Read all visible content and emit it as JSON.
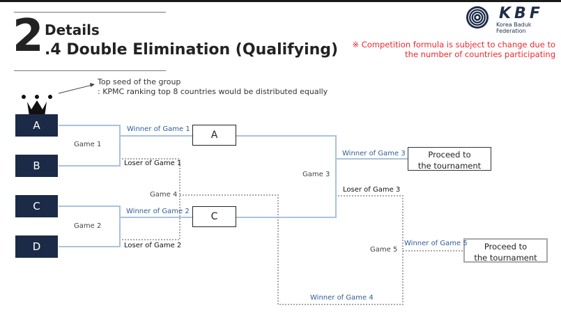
{
  "header": {
    "section_number": "2",
    "title_line1": "Details",
    "title_line2": ".4 Double Elimination (Qualifying)",
    "logo_text": "KBF",
    "logo_subtitle": "Korea Baduk Federation",
    "note_line1": "※ Competition formula is subject to change due to",
    "note_line2": "the number of countries participating"
  },
  "seed": {
    "title": "Top seed of the group",
    "description": ": KPMC ranking top 8 countries would be distributed equally"
  },
  "teams": [
    "A",
    "B",
    "C",
    "D"
  ],
  "winner_boxes": [
    "A",
    "C"
  ],
  "games": {
    "game1": "Game 1",
    "game2": "Game 2",
    "game3": "Game 3",
    "game4": "Game 4",
    "game5": "Game 5"
  },
  "labels": {
    "winner_game1": "Winner of Game 1",
    "loser_game1": "Loser of Game 1",
    "winner_game2": "Winner of Game 2",
    "loser_game2": "Loser of Game 2",
    "winner_game3": "Winner of Game 3",
    "loser_game3": "Loser of Game 3",
    "winner_game4": "Winner of Game 4",
    "winner_game5": "Winner of Game 5"
  },
  "proceed1": {
    "line1": "Proceed to",
    "line2": "the tournament"
  },
  "proceed2": {
    "line1": "Proceed to",
    "line2": "the tournament"
  },
  "colors": {
    "team_fill": "#1b2a47",
    "winner_line": "#a9c2de",
    "loser_line": "#a8a8a8",
    "winner_text": "#2f5c9a",
    "note_red": "#e8282e"
  }
}
